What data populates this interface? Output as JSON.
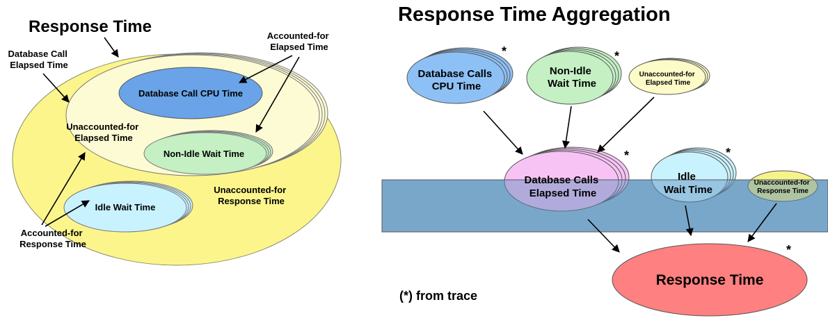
{
  "left": {
    "title": "Response Time",
    "db_call_elapsed": [
      "Database Call",
      "Elapsed Time"
    ],
    "accounted_elapsed": [
      "Accounted-for",
      "Elapsed Time"
    ],
    "db_cpu": "Database Call CPU Time",
    "unaccounted_elapsed": [
      "Unaccounted-for",
      "Elapsed Time"
    ],
    "non_idle": "Non-Idle Wait Time",
    "idle": "Idle Wait Time",
    "unaccounted_response": [
      "Unaccounted-for",
      "Response Time"
    ],
    "accounted_response": [
      "Accounted-for",
      "Response Time"
    ]
  },
  "right": {
    "title": "Response Time Aggregation",
    "db_cpu": [
      "Database Calls",
      "CPU Time"
    ],
    "non_idle": [
      "Non-Idle",
      "Wait Time"
    ],
    "unaccounted_elapsed": [
      "Unaccounted-for",
      "Elapsed Time"
    ],
    "db_elapsed": [
      "Database Calls",
      "Elapsed Time"
    ],
    "idle": [
      "Idle",
      "Wait Time"
    ],
    "unaccounted_response": [
      "Unaccounted-for",
      "Response Time"
    ],
    "response": "Response Time",
    "star": "*",
    "trace_note": "(*) from trace"
  },
  "colors": {
    "yellow": "#fbf58c",
    "yellow_light": "#fdfbd4",
    "blue": "#6aa3e8",
    "green": "#c4f0c4",
    "cyan": "#c9f2ff",
    "pink": "#f7c3f5",
    "red": "#ff8080",
    "band": "#93bcd3"
  }
}
